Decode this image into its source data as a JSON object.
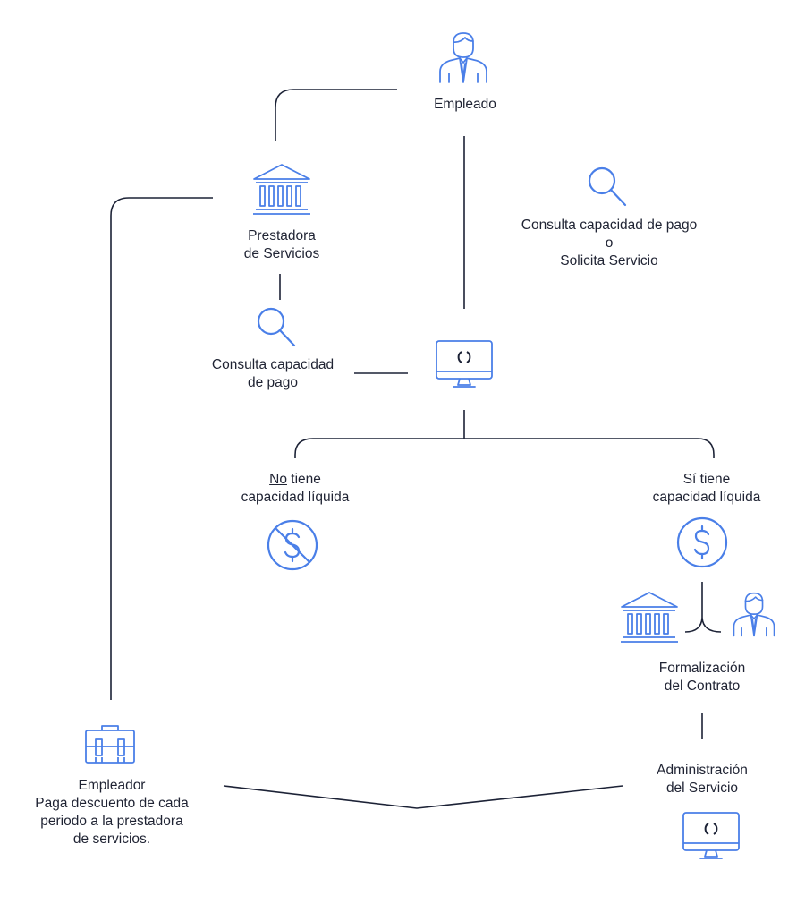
{
  "colors": {
    "line": "#1c2236",
    "icon": "#4a7fe8",
    "text": "#1f2333"
  },
  "nodes": {
    "empleado": {
      "label": "Empleado",
      "icon": "employee-icon"
    },
    "prestadora": {
      "line1": "Prestadora",
      "line2": "de Servicios",
      "icon": "bank-icon"
    },
    "consulta_right": {
      "line1": "Consulta capacidad de pago",
      "line2": "o",
      "line3": "Solicita Servicio",
      "icon": "search-icon"
    },
    "consulta_left": {
      "line1": "Consulta capacidad",
      "line2": "de pago",
      "icon": "search-icon"
    },
    "sistema": {
      "icon": "monitor-icon"
    },
    "no_tiene": {
      "underlined": "No",
      "rest": " tiene",
      "line2": "capacidad líquida",
      "icon": "no-dollar-icon"
    },
    "si_tiene": {
      "line1": "Sí tiene",
      "line2": "capacidad líquida",
      "icon": "dollar-icon"
    },
    "formalizacion": {
      "line1": "Formalización",
      "line2": "del Contrato",
      "icons": [
        "bank-icon",
        "employee-icon"
      ]
    },
    "administracion": {
      "line1": "Administración",
      "line2": "del Servicio",
      "icon": "monitor-icon"
    },
    "empleador": {
      "line1": "Empleador",
      "line2": "Paga descuento de cada",
      "line3": "periodo a la prestadora",
      "line4": "de servicios.",
      "icon": "briefcase-icon"
    }
  }
}
